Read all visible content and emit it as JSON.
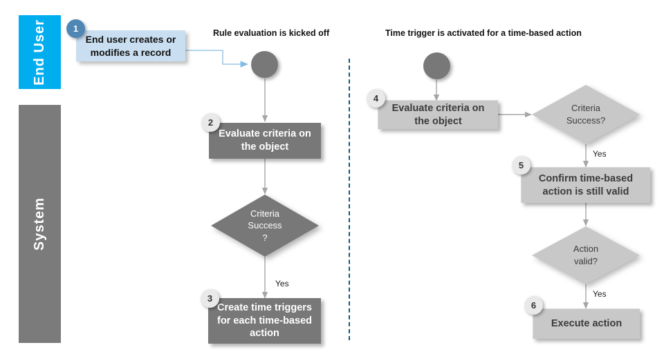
{
  "lanes": [
    {
      "id": "end-user",
      "label": "End User",
      "color": "#00AEEF"
    },
    {
      "id": "system",
      "label": "System",
      "color": "#7B7B7B"
    }
  ],
  "headers": {
    "left": "Rule evaluation is kicked off",
    "right": "Time trigger is activated for a time-based action"
  },
  "left_flow": {
    "start_node": "start-circle",
    "callout": {
      "badge": "1",
      "text": "End user creates or modifies a record"
    },
    "step2": {
      "badge": "2",
      "text": "Evaluate criteria on the object"
    },
    "decision": {
      "line1": "Criteria",
      "line2": "Success",
      "line3": "?"
    },
    "yes_label": "Yes",
    "step3": {
      "badge": "3",
      "text": "Create time triggers for each time-based action"
    }
  },
  "right_flow": {
    "start_node": "start-circle",
    "step4": {
      "badge": "4",
      "text": "Evaluate criteria on the object"
    },
    "decision1": {
      "line1": "Criteria",
      "line2": "Success?"
    },
    "yes_label_1": "Yes",
    "step5": {
      "badge": "5",
      "text": "Confirm time-based action is still valid"
    },
    "decision2": {
      "line1": "Action",
      "line2": "valid?"
    },
    "yes_label_2": "Yes",
    "step6": {
      "badge": "6",
      "text": "Execute action"
    }
  },
  "colors": {
    "accent_blue": "#00AEEF",
    "lane_gray": "#7B7B7B",
    "box_dark": "#787878",
    "box_light": "#C8C8C8",
    "callout_blue": "#C9DEF0",
    "badge_blue": "#4E86B4",
    "badge_gray": "#E9E9E9",
    "divider": "#0E5A76",
    "connector_gray": "#A6A6A6",
    "connector_blue": "#9CC8E8"
  }
}
